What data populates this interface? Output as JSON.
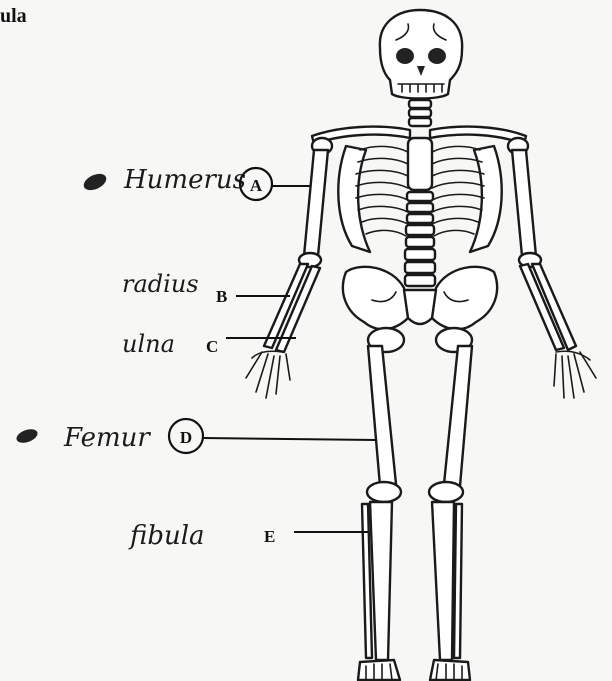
{
  "header": {
    "fragment": "ula"
  },
  "labels": [
    {
      "letter": "A",
      "handwritten": "Humerus"
    },
    {
      "letter": "B",
      "handwritten": "radius"
    },
    {
      "letter": "C",
      "handwritten": "ulna"
    },
    {
      "letter": "D",
      "handwritten": "Femur"
    },
    {
      "letter": "E",
      "handwritten": "fibula"
    }
  ]
}
